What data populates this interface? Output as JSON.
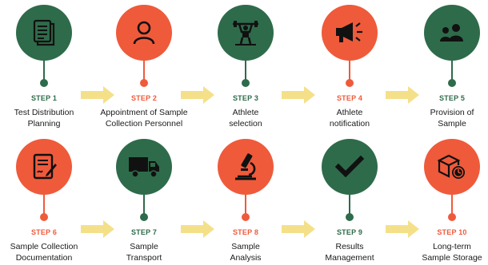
{
  "colors": {
    "green": "#2e6b4a",
    "orange": "#ef5a3b",
    "arrow": "#f5e08a"
  },
  "steps": [
    {
      "label": "STEP 1",
      "line1": "Test Distribution",
      "line2": "Planning",
      "icon": "document-list-icon",
      "color": "green"
    },
    {
      "label": "STEP 2",
      "line1": "Appointment of Sample",
      "line2": "Collection Personnel",
      "icon": "person-icon",
      "color": "orange"
    },
    {
      "label": "STEP 3",
      "line1": "Athlete",
      "line2": "selection",
      "icon": "weightlifter-icon",
      "color": "green"
    },
    {
      "label": "STEP 4",
      "line1": "Athlete",
      "line2": "notification",
      "icon": "megaphone-icon",
      "color": "orange"
    },
    {
      "label": "STEP 5",
      "line1": "Provision of",
      "line2": "Sample",
      "icon": "people-group-icon",
      "color": "green"
    },
    {
      "label": "STEP 6",
      "line1": "Sample Collection",
      "line2": "Documentation",
      "icon": "signed-form-icon",
      "color": "orange"
    },
    {
      "label": "STEP 7",
      "line1": "Sample",
      "line2": "Transport",
      "icon": "delivery-truck-icon",
      "color": "green"
    },
    {
      "label": "STEP 8",
      "line1": "Sample",
      "line2": "Analysis",
      "icon": "microscope-icon",
      "color": "orange"
    },
    {
      "label": "STEP 9",
      "line1": "Results",
      "line2": "Management",
      "icon": "checkmark-icon",
      "color": "green"
    },
    {
      "label": "STEP 10",
      "line1": "Long-term",
      "line2": "Sample Storage",
      "icon": "box-timer-icon",
      "color": "orange"
    }
  ]
}
